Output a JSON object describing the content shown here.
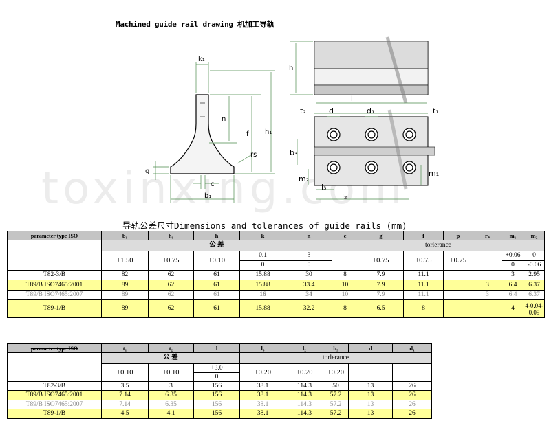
{
  "title": "Machined guide rail drawing 机加工导轨",
  "watermark": "toxinxing.com",
  "table_title": "导轨公差尺寸Dimensions and tolerances of guide rails   (mm)",
  "drawing": {
    "labels": {
      "k1": "k₁",
      "h": "h",
      "n": "n",
      "h1": "h₁",
      "f": "f",
      "rs": "rs",
      "g": "g",
      "c": "c",
      "b1": "b₁",
      "l": "l",
      "t2": "t₂",
      "d": "d",
      "d1": "d₁",
      "t1": "t₁",
      "b3": "b₃",
      "m2": "m₂",
      "m1": "m₁",
      "l3": "l₃",
      "l2": "l₂"
    }
  },
  "table1": {
    "headers": [
      "parameter type ISO",
      "b₁",
      "h₁",
      "h",
      "k",
      "n",
      "c",
      "g",
      "f",
      "p",
      "rₛ",
      "m₁",
      "m₂"
    ],
    "gongcha": "公          差",
    "tolerance": "torlerance",
    "tol_row": {
      "b1": "±1.50",
      "h1": "±0.75",
      "h": "±0.10",
      "k_top": "0.1",
      "k_bot": "0",
      "n_top": "3",
      "n_bot": "0",
      "g": "±0.75",
      "f": "±0.75",
      "p": "±0.75",
      "m1_top": "+0.06",
      "m1_bot": "0",
      "m2_top": "0",
      "m2_bot": "-0.06"
    },
    "rows": [
      [
        "T82-3/B",
        "82",
        "62",
        "61",
        "15.88",
        "30",
        "8",
        "7.9",
        "11.1",
        "",
        "",
        "3",
        "2.95"
      ],
      [
        "T89/B ISO7465:2001",
        "89",
        "62",
        "61",
        "15.88",
        "33.4",
        "10",
        "7.9",
        "11.1",
        "",
        "3",
        "6.4",
        "6.37"
      ],
      [
        "T89/B ISO7465:2007",
        "89",
        "62",
        "61",
        "16",
        "34",
        "10",
        "7.9",
        "11.1",
        "",
        "3",
        "6.4",
        "6.37"
      ],
      [
        "T89-1/B",
        "89",
        "62",
        "61",
        "15.88",
        "32.2",
        "8",
        "6.5",
        "8",
        "",
        "",
        "4",
        "4-0.04-0.09"
      ]
    ]
  },
  "table2": {
    "headers": [
      "parameter type ISO",
      "t₁",
      "t₂",
      "l",
      "l₃",
      "l₂",
      "b₃",
      "d",
      "d₁"
    ],
    "gongcha": "公          差",
    "tolerance": "torlerance",
    "tol_row": {
      "t1": "±0.10",
      "t2": "±0.10",
      "l_top": "+3.0",
      "l_bot": "0",
      "l3": "±0.20",
      "l2": "±0.20",
      "b3": "±0.20"
    },
    "rows": [
      [
        "T82-3/B",
        "3.5",
        "3",
        "156",
        "38.1",
        "114.3",
        "50",
        "13",
        "26"
      ],
      [
        "T89/B ISO7465:2001",
        "7.14",
        "6.35",
        "156",
        "38.1",
        "114.3",
        "57.2",
        "13",
        "26"
      ],
      [
        "T89/B ISO7465:2007",
        "7.14",
        "6.35",
        "156",
        "38.1",
        "114.3",
        "57.2",
        "13",
        "26"
      ],
      [
        "T89-1/B",
        "4.5",
        "4.1",
        "156",
        "38.1",
        "114.3",
        "57.2",
        "13",
        "26"
      ]
    ]
  }
}
